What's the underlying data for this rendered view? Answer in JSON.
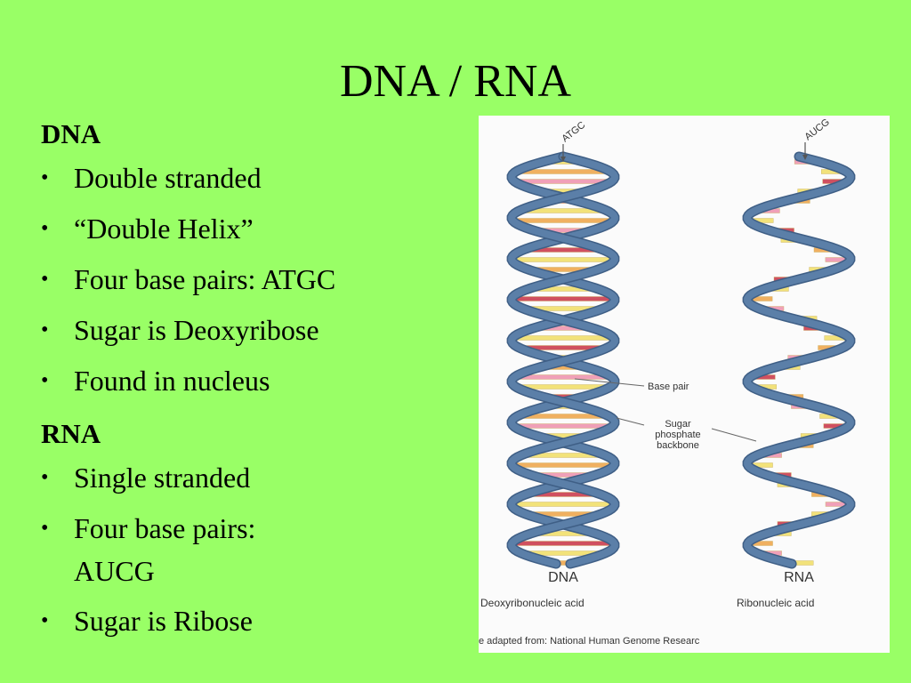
{
  "slide": {
    "title": "DNA / RNA"
  },
  "dna_section": {
    "heading": "DNA",
    "bullets": [
      "Double stranded",
      "“Double Helix”",
      "Four base pairs: ATGC",
      "Sugar is Deoxyribose",
      "Found in nucleus"
    ]
  },
  "rna_section": {
    "heading": "RNA",
    "bullets": [
      "Single stranded",
      "Four base pairs:",
      "AUCG",
      "Sugar is Ribose"
    ]
  },
  "figure": {
    "dna_sequence_label": "ATGC",
    "rna_sequence_label": "AUCG",
    "base_pair_label": "Base pair",
    "backbone_label_line1": "Sugar",
    "backbone_label_line2": "phosphate",
    "backbone_label_line3": "backbone",
    "dna_label": "DNA",
    "rna_label": "RNA",
    "dna_full_name": "Deoxyribonucleic acid",
    "rna_full_name": "Ribonucleic acid",
    "credit": "e adapted from: National Human Genome Researc",
    "colors": {
      "strand": "#5b7fa8",
      "strand_dark": "#3f5f86",
      "base_yellow": "#f2e27a",
      "base_orange": "#f0b060",
      "base_pink": "#f0a0b8",
      "base_red": "#d05060"
    }
  }
}
